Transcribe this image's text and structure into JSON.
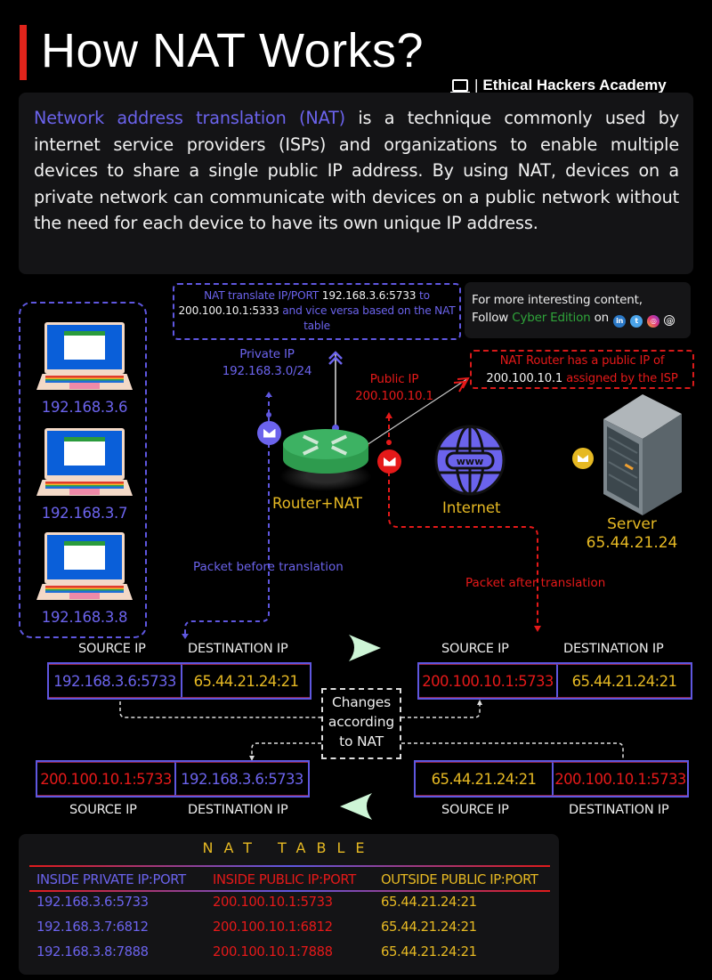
{
  "header": {
    "title": "How NAT Works?",
    "brand": "Ethical Hackers Academy",
    "brand_separator": "|",
    "brand_icon": "laptop-icon"
  },
  "intro": {
    "highlight": "Network address translation (NAT)",
    "text": " is a technique commonly used by internet service providers (ISPs) and organizations to enable multiple devices to share a single public IP address. By using NAT, devices on a private network can communicate with devices on a public network without the need for each device to have its own unique IP address."
  },
  "translate_note": {
    "part1": "NAT translate IP/PORT ",
    "ip_from": "192.168.3.6:5733",
    "part2": " to",
    "ip_to": "200.100.10.1:5333",
    "part3": " and vice versa based on the NAT table"
  },
  "follow_box": {
    "line1": "For more interesting content,",
    "prefix": "Follow ",
    "brand": "Cyber Edition",
    "suffix": " on",
    "socials": [
      "linkedin-icon",
      "twitter-icon",
      "instagram-icon",
      "threads-icon"
    ],
    "social_glyphs": [
      "in",
      "t",
      "◎",
      "@"
    ]
  },
  "public_note": {
    "line1": "NAT Router has a public IP of",
    "ip": "200.100.10.1",
    "line2_suffix": " assigned by the ISP"
  },
  "devices": [
    {
      "ip": "192.168.3.6"
    },
    {
      "ip": "192.168.3.7"
    },
    {
      "ip": "192.168.3.8"
    }
  ],
  "labels": {
    "private_ip_title": "Private IP",
    "private_ip_range": "192.168.3.0/24",
    "public_ip_title": "Public IP",
    "public_ip_value": "200.100.10.1",
    "router": "Router+NAT",
    "internet": "Internet",
    "globe_text": "www",
    "server_title": "Server",
    "server_ip": "65.44.21.24",
    "packet_before": "Packet before translation",
    "packet_after": "Packet after translation",
    "changes": [
      "Changes",
      "according",
      "to NAT"
    ]
  },
  "packets": {
    "source_header": "SOURCE IP",
    "destination_header": "DESTINATION IP",
    "outgoing_before": {
      "source": "192.168.3.6:5733",
      "destination": "65.44.21.24:21"
    },
    "outgoing_after": {
      "source": "200.100.10.1:5733",
      "destination": "65.44.21.24:21"
    },
    "return_after": {
      "source": "200.100.10.1:5733",
      "destination": "192.168.3.6:5733"
    },
    "return_before": {
      "source": "65.44.21.24:21",
      "destination": "200.100.10.1:5733"
    }
  },
  "nat_table": {
    "title": "NAT TABLE",
    "columns": [
      "INSIDE PRIVATE IP:PORT",
      "INSIDE PUBLIC IP:PORT",
      "OUTSIDE PUBLIC IP:PORT"
    ],
    "rows": [
      [
        "192.168.3.6:5733",
        "200.100.10.1:5733",
        "65.44.21.24:21"
      ],
      [
        "192.168.3.7:6812",
        "200.100.10.1:6812",
        "65.44.21.24:21"
      ],
      [
        "192.168.3.8:7888",
        "200.100.10.1:7888",
        "65.44.21.24:21"
      ]
    ]
  },
  "colors": {
    "private": "#6b63ec",
    "public": "#e51919",
    "external": "#e6b923",
    "accent_bar": "#e0241b",
    "brand_green": "#2fa53a"
  }
}
